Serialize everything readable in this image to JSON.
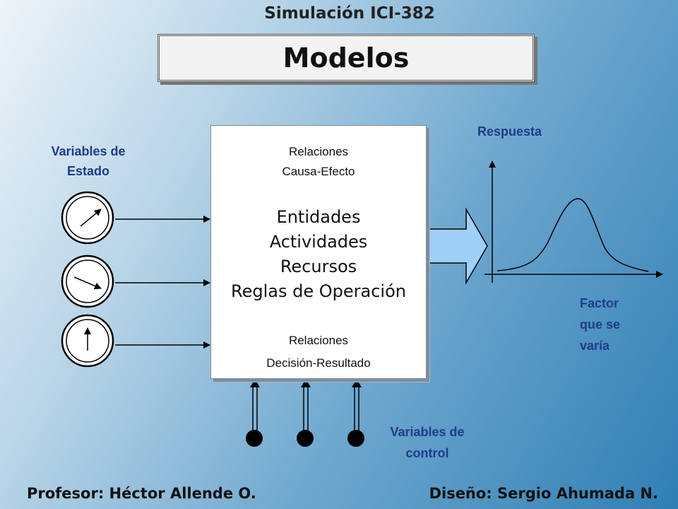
{
  "header": {
    "course": "Simulación ICI-382",
    "title": "Modelos"
  },
  "state_variables_label": [
    "Variables de",
    "Estado"
  ],
  "model_box": {
    "top_relation": [
      "Relaciones",
      "Causa-Efecto"
    ],
    "components": [
      "Entidades",
      "Actividades",
      "Recursos",
      "Reglas de Operación"
    ],
    "bottom_relation": [
      "Relaciones",
      "Decisión-Resultado"
    ]
  },
  "response_label": "Respuesta",
  "factor_label": [
    "Factor",
    "que se",
    "varía"
  ],
  "control_variables_label": [
    "Variables de",
    "control"
  ],
  "footer": {
    "left": "Profesor: Héctor Allende O.",
    "right": "Diseño: Sergio Ahumada N."
  },
  "colors": {
    "label_blue": "#1f3a8a",
    "arrow_fill": "#9fd0f7"
  },
  "icons": {
    "gauge": "gauge-icon",
    "control_knob": "control-dot-icon"
  }
}
